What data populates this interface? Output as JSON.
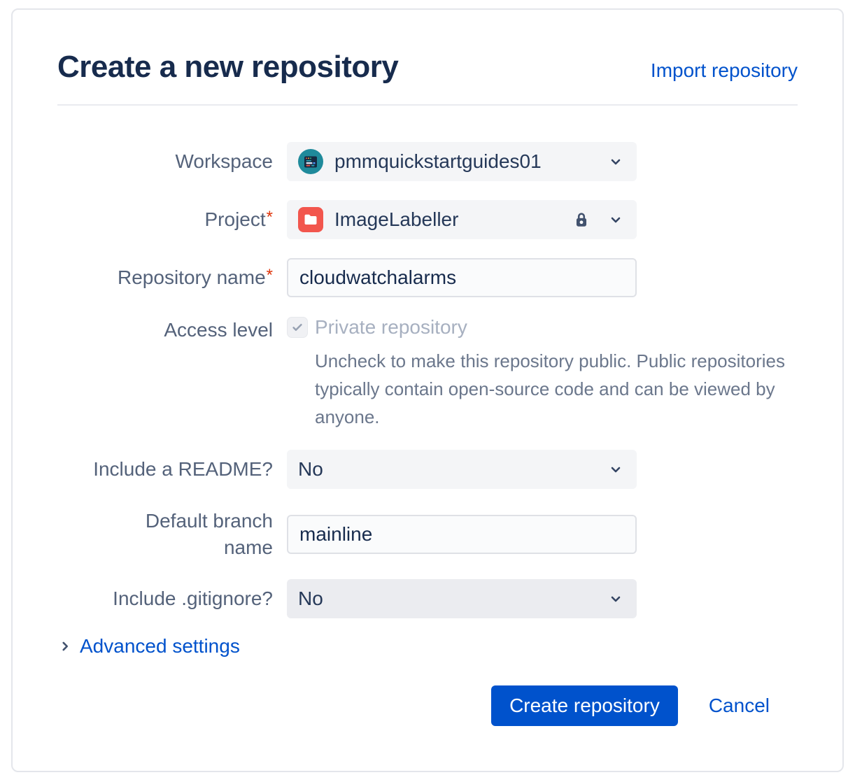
{
  "page": {
    "title": "Create a new repository",
    "import_link": "Import repository"
  },
  "form": {
    "workspace": {
      "label": "Workspace",
      "value": "pmmquickstartguides01"
    },
    "project": {
      "label": "Project",
      "required_mark": "*",
      "value": "ImageLabeller"
    },
    "repository_name": {
      "label": "Repository name",
      "required_mark": "*",
      "value": "cloudwatchalarms"
    },
    "access_level": {
      "label": "Access level",
      "checkbox_label": "Private repository",
      "checkbox_checked": true,
      "help_text": "Uncheck to make this repository public. Public repositories typically contain open-source code and can be viewed by anyone."
    },
    "include_readme": {
      "label": "Include a README?",
      "value": "No"
    },
    "default_branch": {
      "label": "Default branch name",
      "value": "mainline"
    },
    "include_gitignore": {
      "label": "Include .gitignore?",
      "value": "No"
    }
  },
  "advanced": {
    "label": "Advanced settings"
  },
  "actions": {
    "create_label": "Create repository",
    "cancel_label": "Cancel"
  },
  "colors": {
    "primary_button": "#0052CC",
    "link": "#0052CC",
    "title_text": "#172B4D",
    "label_text": "#54627A",
    "required_mark": "#DE350B",
    "project_icon_bg": "#F2564D",
    "workspace_avatar_teal": "#1F8A9B",
    "field_bg": "#F4F5F7",
    "input_border": "#DFE1E6"
  }
}
